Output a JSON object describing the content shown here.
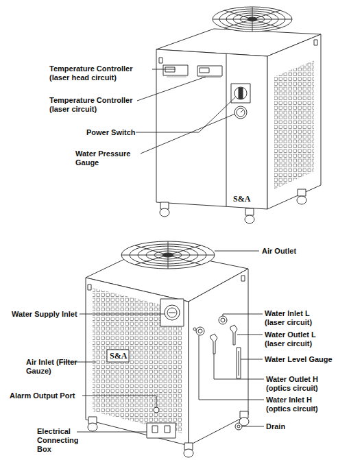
{
  "diagram": {
    "labels": [
      "Temperature Controller (laser head circuit)",
      "Temperature Controller (laser circuit)",
      "Power Switch",
      "Water Pressure Gauge",
      "S&A",
      "Air Outlet",
      "Water Supply Inlet",
      "Water Inlet L (laser circuit)",
      "Water Outlet L (laser circuit)",
      "S&A",
      "Air Inlet (Filter Gauze)",
      "Water Level Gauge",
      "Water Outlet H (optics circuit)",
      "Alarm Output Port",
      "Water Inlet H (optics circuit)",
      "Electrical Connecting Box",
      "Drain"
    ]
  }
}
